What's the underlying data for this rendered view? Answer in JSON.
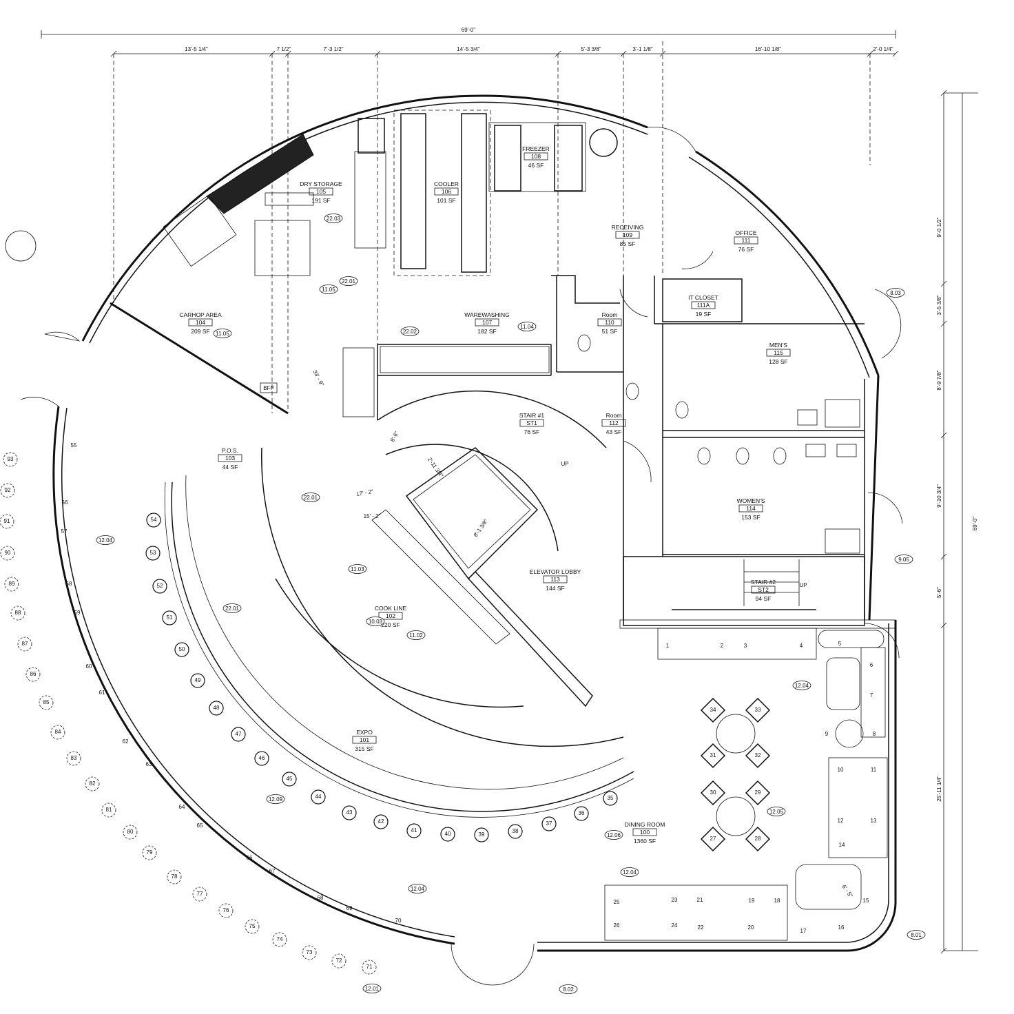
{
  "overall_dimension": "69'-0\"",
  "top_dimensions": [
    "13'-5 1/4\"",
    "7 1/2\"",
    "7'-3 1/2\"",
    "14'-5 3/4\"",
    "5'-3 3/8\"",
    "3'-1 1/8\"",
    "16'-10 1/8\"",
    "2'-0 1/4\""
  ],
  "right_dimensions": [
    "9'-0 1/2\"",
    "3'-5 3/8\"",
    "8'-9 7/8\"",
    "9'-10 3/4\"",
    "5'-6\"",
    "25'-11 1/4\""
  ],
  "right_overall": "69'-0\"",
  "rooms": [
    {
      "name": "DRY STORAGE",
      "num": "105",
      "area": "191 SF"
    },
    {
      "name": "COOLER",
      "num": "106",
      "area": "101 SF"
    },
    {
      "name": "FREEZER",
      "num": "108",
      "area": "46 SF"
    },
    {
      "name": "RECEIVING",
      "num": "109",
      "area": "85 SF"
    },
    {
      "name": "OFFICE",
      "num": "111",
      "area": "76 SF"
    },
    {
      "name": "IT CLOSET",
      "num": "111A",
      "area": "19 SF"
    },
    {
      "name": "CARHOP AREA",
      "num": "104",
      "area": "209 SF"
    },
    {
      "name": "WAREWASHING",
      "num": "107",
      "area": "182 SF"
    },
    {
      "name": "Room",
      "num": "110",
      "area": "51 SF"
    },
    {
      "name": "MEN'S",
      "num": "115",
      "area": "128 SF"
    },
    {
      "name": "Room",
      "num": "112",
      "area": "43 SF"
    },
    {
      "name": "STAIR #1",
      "num": "ST1",
      "area": "76 SF"
    },
    {
      "name": "P.O.S.",
      "num": "103",
      "area": "44 SF"
    },
    {
      "name": "WOMEN'S",
      "num": "114",
      "area": "153 SF"
    },
    {
      "name": "ELEVATOR LOBBY",
      "num": "113",
      "area": "144 SF"
    },
    {
      "name": "STAIR #2",
      "num": "ST2",
      "area": "94 SF"
    },
    {
      "name": "COOK LINE",
      "num": "102",
      "area": "220 SF"
    },
    {
      "name": "EXPO",
      "num": "101",
      "area": "315 SF"
    },
    {
      "name": "DINING ROOM",
      "num": "100",
      "area": "1360 SF"
    }
  ],
  "tags": [
    "22.03",
    "22.01",
    "11.05",
    "11.05",
    "22.02",
    "11.04",
    "8.03",
    "22.01",
    "11.03",
    "22.01",
    "10.03",
    "11.02",
    "12.04",
    "12.09",
    "12.06",
    "12.05",
    "12.04",
    "12.04",
    "12.04",
    "9.05",
    "8.01",
    "12.01",
    "8.02"
  ],
  "misc": {
    "bfp": "BFP",
    "up1": "UP",
    "up2": "UP",
    "angle_dim": "33' - 9\"",
    "d1": "8'-6\"",
    "d2": "2'-11 3/4\"",
    "d3": "17' - 2\"",
    "d4": "15' - 2\"",
    "d5": "8'-1 3/8\"",
    "d6": "6' - 5\""
  },
  "bar_stools": [
    "54",
    "53",
    "52",
    "51",
    "50",
    "49",
    "48",
    "47",
    "46",
    "45",
    "44",
    "43",
    "42",
    "41",
    "40",
    "39",
    "38",
    "37",
    "36",
    "35"
  ],
  "banquette": [
    "55",
    "56",
    "57",
    "58",
    "59",
    "60",
    "61",
    "62",
    "63",
    "64",
    "65",
    "66",
    "67",
    "68",
    "69",
    "70"
  ],
  "patio": [
    "93",
    "92",
    "91",
    "90",
    "89",
    "88",
    "87",
    "86",
    "85",
    "84",
    "83",
    "82",
    "81",
    "80",
    "79",
    "78",
    "77",
    "76",
    "75",
    "74",
    "73",
    "72",
    "71"
  ],
  "booths_top": [
    "1",
    "2",
    "3",
    "4"
  ],
  "booths_right": [
    "5",
    "6",
    "7",
    "8",
    "9",
    "10",
    "11",
    "12",
    "13",
    "14",
    "15",
    "16",
    "17"
  ],
  "booths_bottom": [
    "18",
    "19",
    "20",
    "21",
    "22",
    "23",
    "24",
    "25",
    "26"
  ],
  "table_seats": [
    "34",
    "33",
    "31",
    "32",
    "30",
    "29",
    "27",
    "28"
  ]
}
